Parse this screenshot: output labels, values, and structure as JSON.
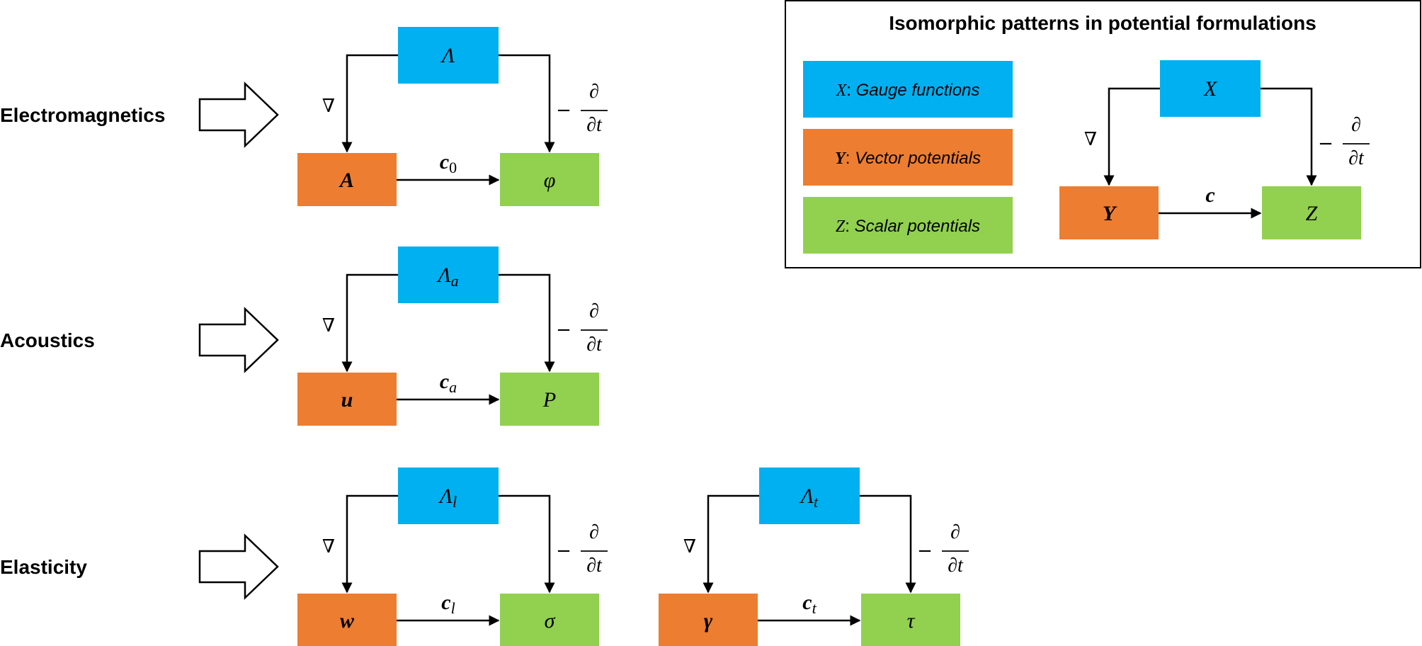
{
  "colors": {
    "gauge": "#00b0f0",
    "vector": "#ed7d31",
    "scalar": "#92d050"
  },
  "rows": [
    {
      "label": "Electromagnetics",
      "diagrams": [
        {
          "gauge": {
            "main": "Λ",
            "sub": ""
          },
          "vector": {
            "main": "A",
            "sub": ""
          },
          "scalar": {
            "main": "φ",
            "sub": ""
          },
          "speed": {
            "main": "c",
            "sub": "0"
          }
        }
      ]
    },
    {
      "label": "Acoustics",
      "diagrams": [
        {
          "gauge": {
            "main": "Λ",
            "sub": "a"
          },
          "vector": {
            "main": "u",
            "sub": ""
          },
          "scalar": {
            "main": "P",
            "sub": ""
          },
          "speed": {
            "main": "c",
            "sub": "a"
          }
        }
      ]
    },
    {
      "label": "Elasticity",
      "diagrams": [
        {
          "gauge": {
            "main": "Λ",
            "sub": "l"
          },
          "vector": {
            "main": "w",
            "sub": ""
          },
          "scalar": {
            "main": "σ",
            "sub": ""
          },
          "speed": {
            "main": "c",
            "sub": "l"
          }
        },
        {
          "gauge": {
            "main": "Λ",
            "sub": "t"
          },
          "vector": {
            "main": "γ",
            "sub": ""
          },
          "scalar": {
            "main": "τ",
            "sub": ""
          },
          "speed": {
            "main": "c",
            "sub": "t"
          }
        }
      ]
    }
  ],
  "operators": {
    "grad": "∇",
    "minus": "−",
    "partial_num": "∂",
    "partial_den": "∂t"
  },
  "legend": {
    "title": "Isomorphic patterns in potential formulations",
    "items": [
      {
        "symbol": "X",
        "sep": ": ",
        "text": "Gauge functions"
      },
      {
        "symbol": "Y",
        "sep": ": ",
        "text": "Vector potentials"
      },
      {
        "symbol": "Z",
        "sep": ": ",
        "text": "Scalar potentials"
      }
    ],
    "diagram": {
      "gauge": {
        "main": "X",
        "sub": ""
      },
      "vector": {
        "main": "Y",
        "sub": ""
      },
      "scalar": {
        "main": "Z",
        "sub": ""
      },
      "speed": {
        "main": "c",
        "sub": ""
      }
    }
  }
}
